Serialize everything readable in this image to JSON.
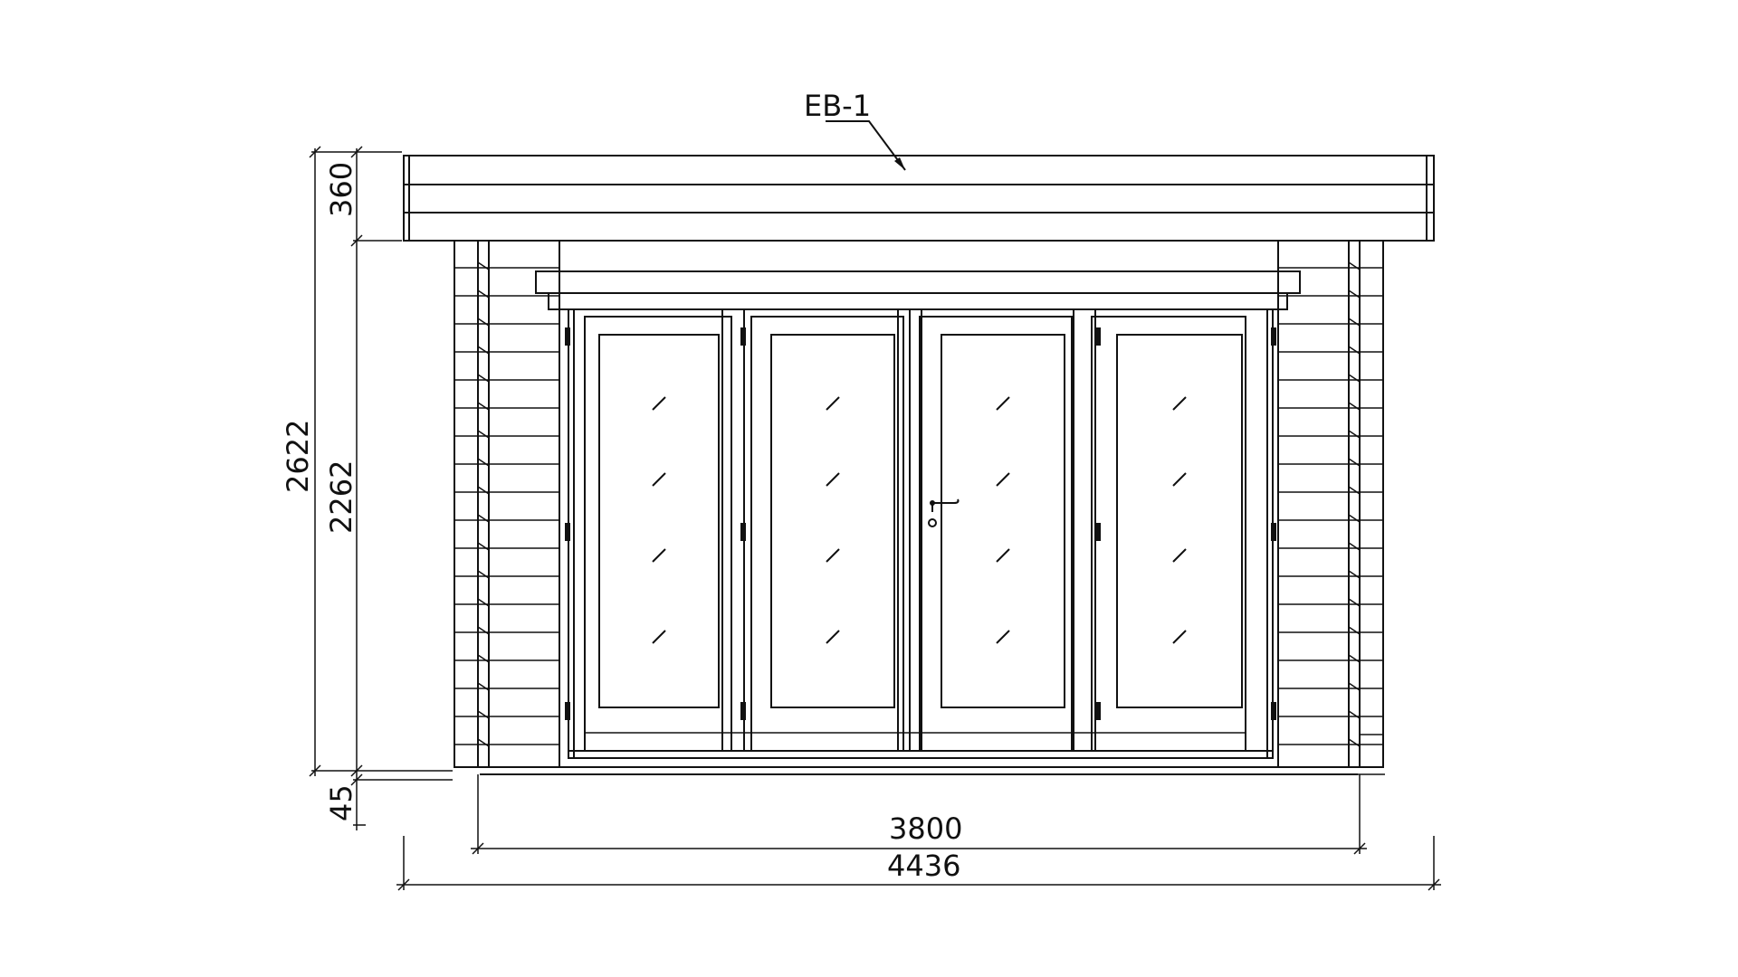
{
  "drawing": {
    "callout_label": "EB-1",
    "dimensions": {
      "total_height": "2622",
      "roof_fascia_height": "360",
      "wall_height": "2262",
      "floor_offset": "45",
      "wall_width": "3800",
      "overall_width": "4436"
    }
  },
  "colors": {
    "line": "#111111",
    "background": "#ffffff"
  }
}
